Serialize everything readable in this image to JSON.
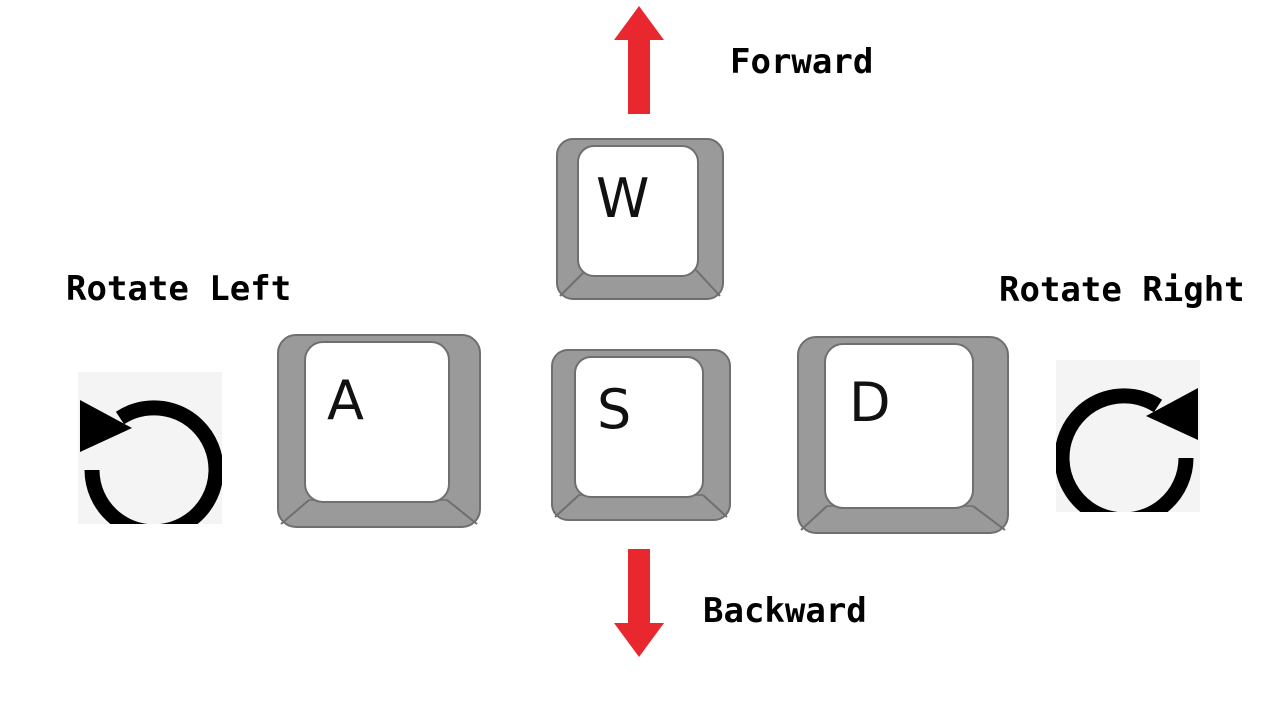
{
  "labels": {
    "forward": "Forward",
    "backward": "Backward",
    "rotate_left": "Rotate Left",
    "rotate_right": "Rotate Right"
  },
  "keys": {
    "w": "W",
    "a": "A",
    "s": "S",
    "d": "D"
  },
  "colors": {
    "arrow": "#e8282e",
    "key_body": "#9a9a9a",
    "key_face": "#ffffff",
    "icon": "#000000",
    "icon_bg": "#f4f4f4"
  },
  "icons": {
    "up_arrow": "arrow-up-icon",
    "down_arrow": "arrow-down-icon",
    "rotate_left": "rotate-counterclockwise-icon",
    "rotate_right": "rotate-clockwise-icon"
  }
}
